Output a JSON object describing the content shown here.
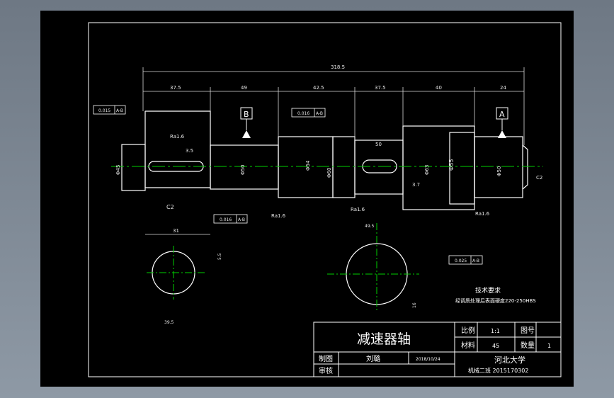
{
  "colors": {
    "background": "#000000",
    "line": "#ffffff",
    "center_line": "#00d000",
    "dimension": "#d8d8d8"
  },
  "dimensions": {
    "overall": "318.5",
    "seg1": "37.5",
    "seg2": "49",
    "seg3": "42.5",
    "seg4": "37.5",
    "seg5": "40",
    "seg6": "24",
    "key_offset": "3.5",
    "keyway_len": "50",
    "key_width": "31",
    "step": "3.7",
    "chamfer_right": "C2",
    "chamfer_left": "C2"
  },
  "diameters": {
    "d1": "Φ45",
    "d2": "Φ50",
    "d3": "Φ54",
    "d4": "Φ60",
    "d5": "Φ63",
    "d6": "Φ55",
    "d7": "Φ50"
  },
  "surface": {
    "ra1": "Ra1.6",
    "ra2": "Ra1.6",
    "ra3": "Ra1.6",
    "ra4": "Ra1.6"
  },
  "tolerance": {
    "t1": "0.015",
    "t1_ref": "A-B",
    "t2": "0.016",
    "t2_ref": "A-B",
    "t3": "0.016",
    "t3_ref": "A-B",
    "t4": "0.025",
    "t4_ref": "A-B"
  },
  "datums": {
    "b": "B",
    "a": "A"
  },
  "sections": {
    "left_depth": "5.5",
    "left_width": "39.5",
    "right_depth": "49.5",
    "right_width": "16"
  },
  "tech": {
    "title": "技术要求",
    "line1": "经调质处理后表面硬度220-250HBS"
  },
  "title_block": {
    "part_name": "减速器轴",
    "scale_label": "比例",
    "scale_value": "1:1",
    "drawing_no_label": "图号",
    "drawing_no_value": "",
    "material_label": "材料",
    "material_value": "45",
    "qty_label": "数量",
    "qty_value": "1",
    "drawn_label": "制图",
    "drawn_name": "刘璐",
    "drawn_date": "2018/10/24",
    "check_label": "审核",
    "check_name": "",
    "school": "河北大学",
    "class_info": "机械二班 2015170302"
  }
}
